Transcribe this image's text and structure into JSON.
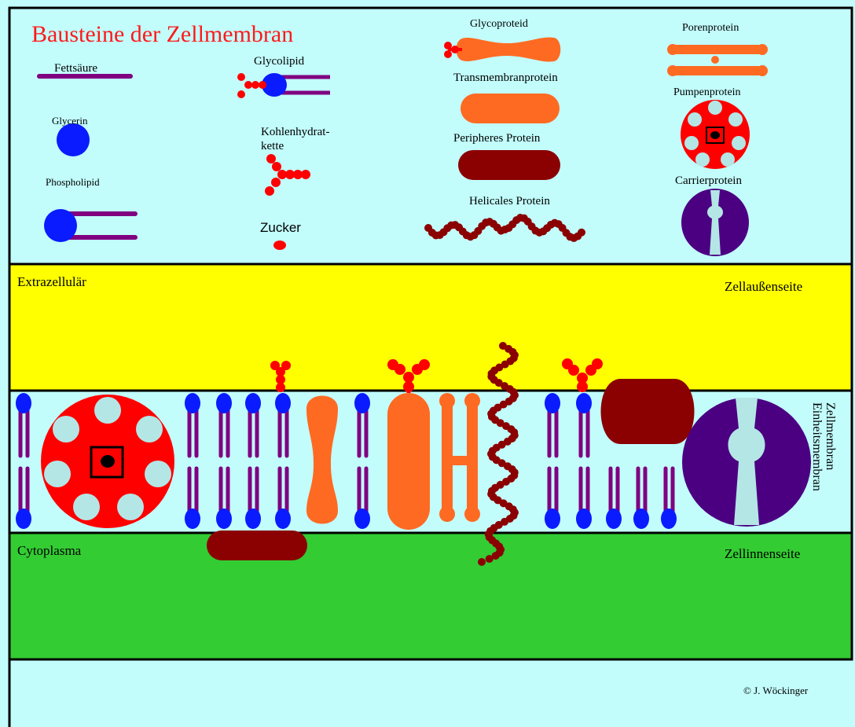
{
  "title": "Bausteine der Zellmembran",
  "colors": {
    "panel_bg": "#c2fdfc",
    "extracellular": "#ffff00",
    "cytoplasm": "#33cc33",
    "phospholipid_head": "#0a1bff",
    "fatty_acid": "#800080",
    "sugar": "#ff0000",
    "transmembrane_protein": "#ff6a22",
    "peripheral_protein": "#8b0000",
    "carrier_protein": "#4b0082",
    "pump_protein": "#ff0000",
    "pump_pore": "#b4e6e6"
  },
  "legend": {
    "fettsaeure": "Fettsäure",
    "glycerin": "Glycerin",
    "phospholipid": "Phospholipid",
    "glycolipid": "Glycolipid",
    "kohlenhydratkette_1": "Kohlenhydrat-",
    "kohlenhydratkette_2": "kette",
    "zucker": "Zucker",
    "glycoproteid": "Glycoproteid",
    "transmembranprotein": "Transmembranprotein",
    "peripheres_protein": "Peripheres Protein",
    "helicales_protein": "Helicales Protein",
    "porenprotein": "Porenprotein",
    "pumpenprotein": "Pumpenprotein",
    "carrierprotein": "Carrierprotein"
  },
  "regions": {
    "extrazellulaer": "Extrazellulär",
    "zellaussenseite": "Zellaußenseite",
    "zellmembran_1": "Zellmembran",
    "zellmembran_2": "Einheitsmembran",
    "cytoplasma": "Cytoplasma",
    "zellinnenseite": "Zellinnenseite"
  },
  "copyright": "© J. Wöckinger"
}
